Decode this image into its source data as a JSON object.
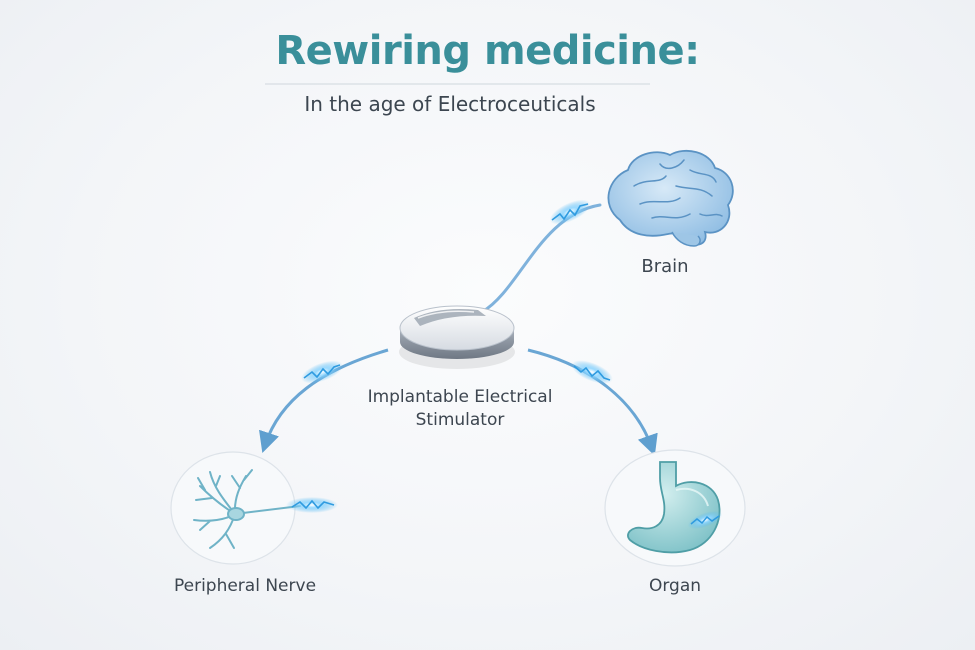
{
  "title": "Rewiring medicine:",
  "subtitle": "In the age of Electroceuticals",
  "nodes": {
    "brain": "Brain",
    "stimulator": [
      "Implantable Electrical",
      "Stimulator"
    ],
    "nerve": "Peripheral Nerve",
    "organ": "Organ"
  },
  "colors": {
    "title": "#3a8f9a",
    "text": "#3c4650",
    "connector": "#6aa6d4",
    "spark": "#4fb6f0",
    "brain": "#a9cde9",
    "organ": "#9fd3d6",
    "nerve": "#7fb8c9"
  },
  "icons": [
    "brain-icon",
    "stimulator-device-icon",
    "neuron-icon",
    "stomach-icon",
    "electric-spark-icon"
  ]
}
